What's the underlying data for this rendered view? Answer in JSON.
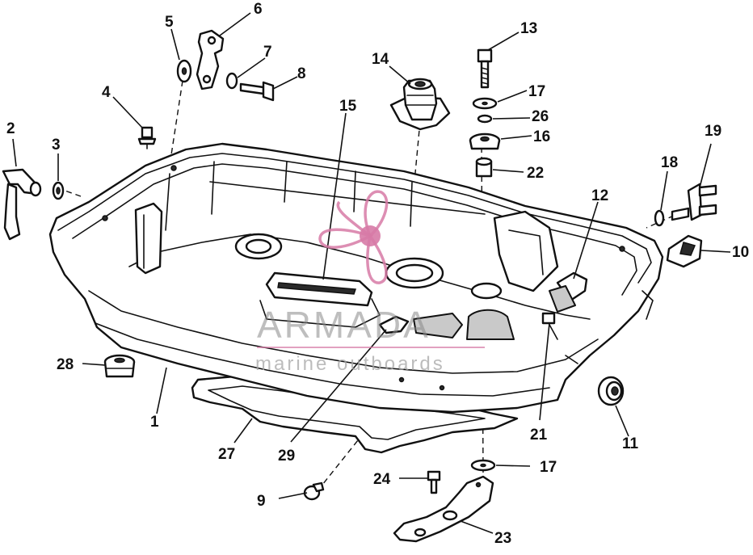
{
  "diagram": {
    "callouts": [
      "1",
      "2",
      "3",
      "4",
      "5",
      "6",
      "7",
      "8",
      "9",
      "10",
      "11",
      "12",
      "13",
      "14",
      "15",
      "16",
      "17",
      "17",
      "18",
      "19",
      "21",
      "22",
      "23",
      "24",
      "26",
      "27",
      "28",
      "29"
    ]
  },
  "watermark": {
    "brand": "ARMADA",
    "tagline": "marine outboards",
    "brand_color": "#d77aa6"
  },
  "icons": [
    "propeller-logo-icon"
  ]
}
